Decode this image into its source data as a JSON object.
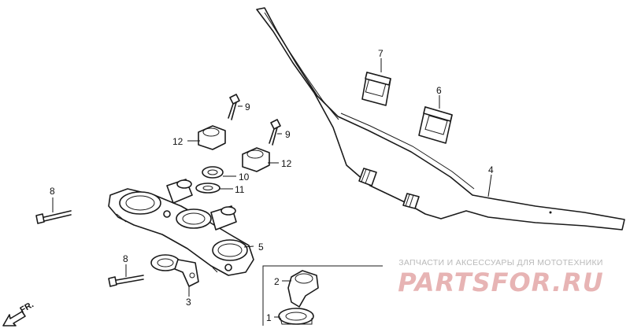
{
  "callouts": {
    "c1": "1",
    "c2": "2",
    "c3": "3",
    "c4": "4",
    "c5": "5",
    "c6": "6",
    "c7": "7",
    "c8a": "8",
    "c8b": "8",
    "c9a": "9",
    "c9b": "9",
    "c10": "10",
    "c11": "11",
    "c12a": "12",
    "c12b": "12"
  },
  "direction_label": "FR.",
  "watermark": {
    "caption": "ЗАПЧАСТИ И АКСЕССУАРЫ ДЛЯ МОТОТЕХНИКИ",
    "logo": "PARTSFOR.RU"
  },
  "colors": {
    "line": "#1a1a1a",
    "watermark_caption": "#b9b9b9",
    "watermark_logo": "#e7b4b4"
  }
}
